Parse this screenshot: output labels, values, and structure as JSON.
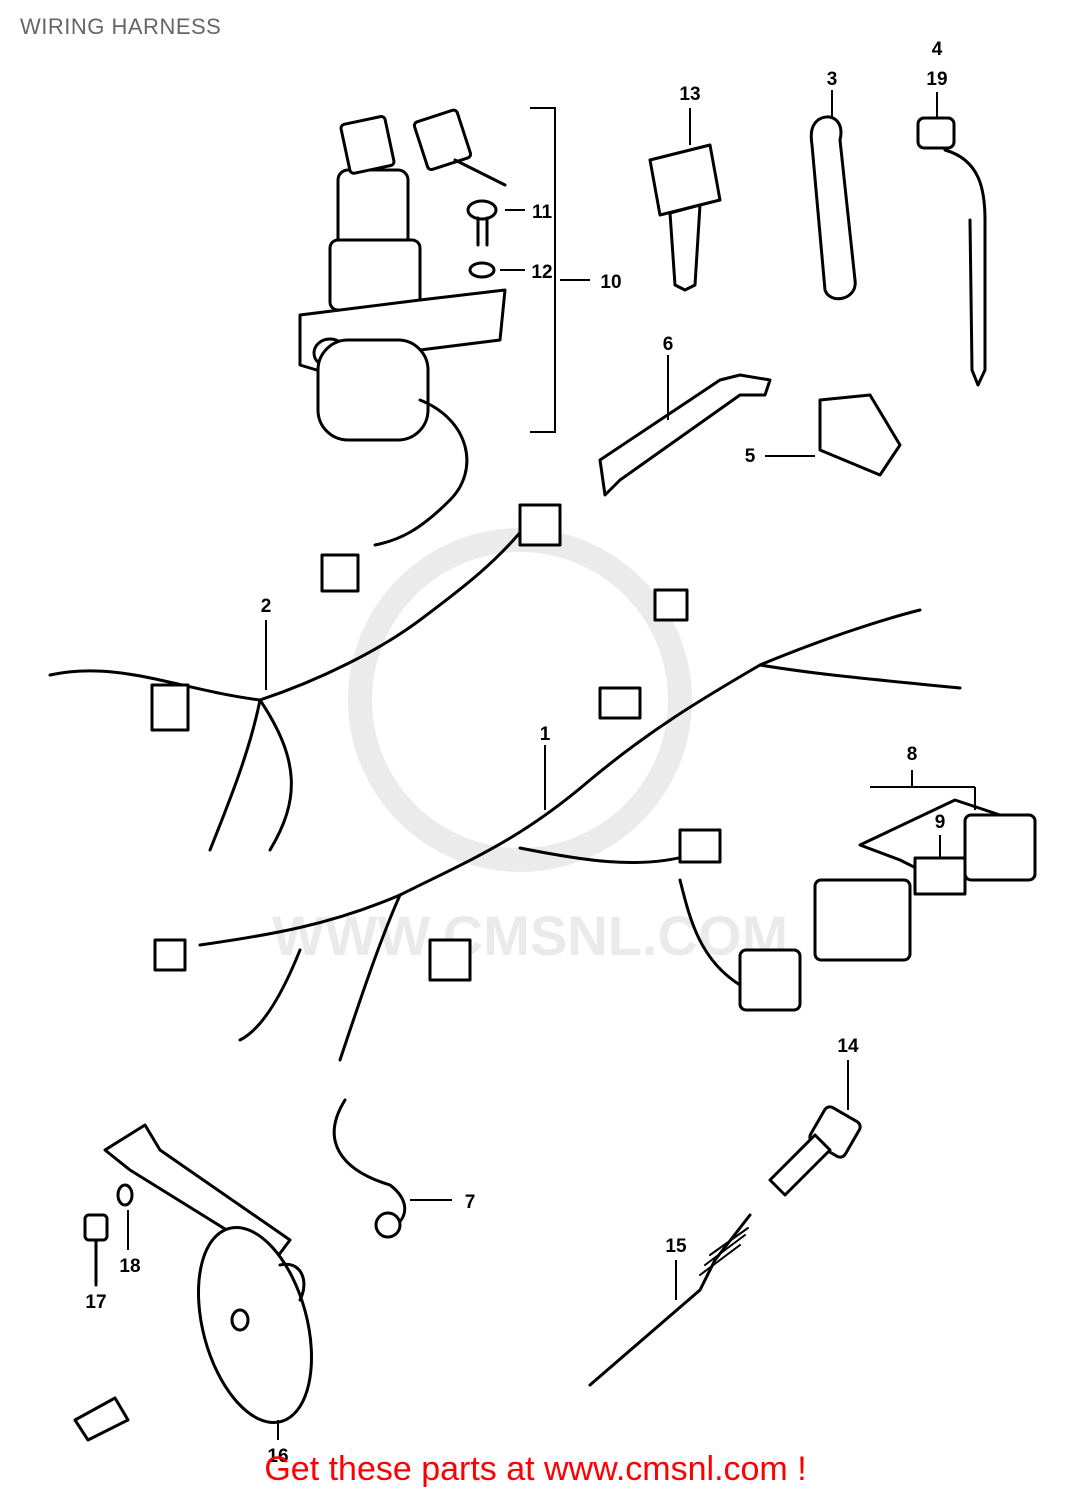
{
  "page": {
    "title": "WIRING HARNESS",
    "footer": "Get these parts at www.cmsnl.com !",
    "footer_color": "#ff0000",
    "watermark": "WWW.CMSNL.COM"
  },
  "callouts": [
    "1",
    "2",
    "3",
    "4",
    "5",
    "6",
    "7",
    "8",
    "9",
    "10",
    "11",
    "12",
    "13",
    "14",
    "15",
    "16",
    "17",
    "18",
    "19"
  ]
}
